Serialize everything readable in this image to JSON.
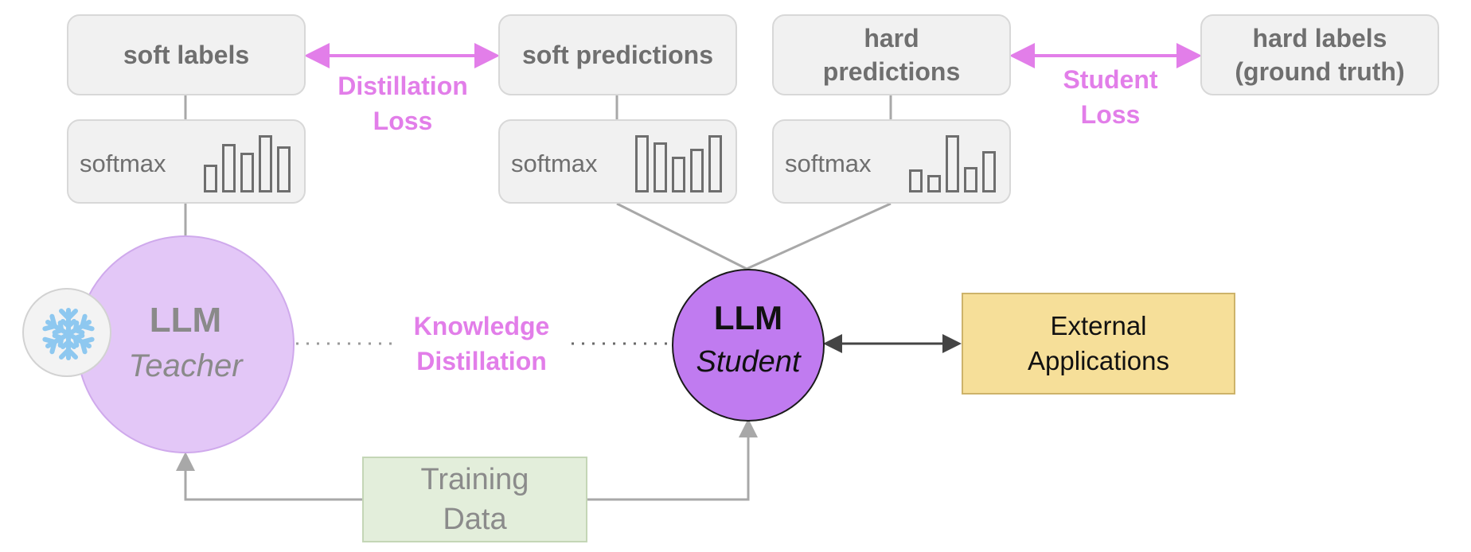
{
  "top_boxes": {
    "soft_labels": "soft labels",
    "soft_predictions": "soft predictions",
    "hard_predictions": "hard predictions",
    "hard_labels": "hard labels (ground truth)"
  },
  "softmax_label": "softmax",
  "softmax_bars": {
    "teacher": [
      0.48,
      0.85,
      0.7,
      1.0,
      0.8
    ],
    "soft_student": [
      1.0,
      0.88,
      0.62,
      0.77,
      1.0
    ],
    "hard_student": [
      0.4,
      0.3,
      1.0,
      0.45,
      0.72
    ]
  },
  "losses": {
    "distillation_line1": "Distillation",
    "distillation_line2": "Loss",
    "student_line1": "Student",
    "student_line2": "Loss"
  },
  "teacher": {
    "title": "LLM",
    "subtitle": "Teacher",
    "badge_icon": "snowflake-icon"
  },
  "student": {
    "title": "LLM",
    "subtitle": "Student"
  },
  "knowledge_distillation": {
    "line1": "Knowledge",
    "line2": "Distillation"
  },
  "external_applications": "External\nApplications",
  "training_data": "Training Data",
  "colors": {
    "pink": "#e27ee9",
    "teacher_fill": "#e3c7f7",
    "student_fill": "#c07bf0",
    "external_fill": "#f6df99",
    "training_fill": "#e3eedb",
    "box_fill": "#f1f1f1",
    "connector_gray": "#a8a8a8"
  }
}
